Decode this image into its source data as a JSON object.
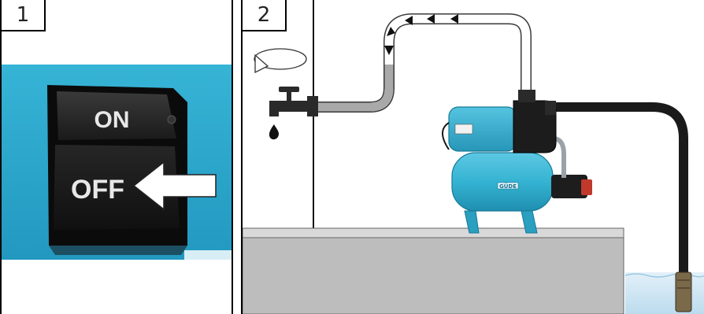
{
  "panels": [
    {
      "number": "1",
      "switch": {
        "top_label": "ON",
        "bottom_label": "OFF"
      }
    },
    {
      "number": "2",
      "pump": {
        "brand_label": "GÜDE"
      }
    }
  ],
  "colors": {
    "pump_blue": "#35b3d2",
    "panel_cyan": "#2ba6c8",
    "hose_gray": "#a9a9a9",
    "suction_hose": "#1a1a1a",
    "water": "#cfe6f3"
  }
}
